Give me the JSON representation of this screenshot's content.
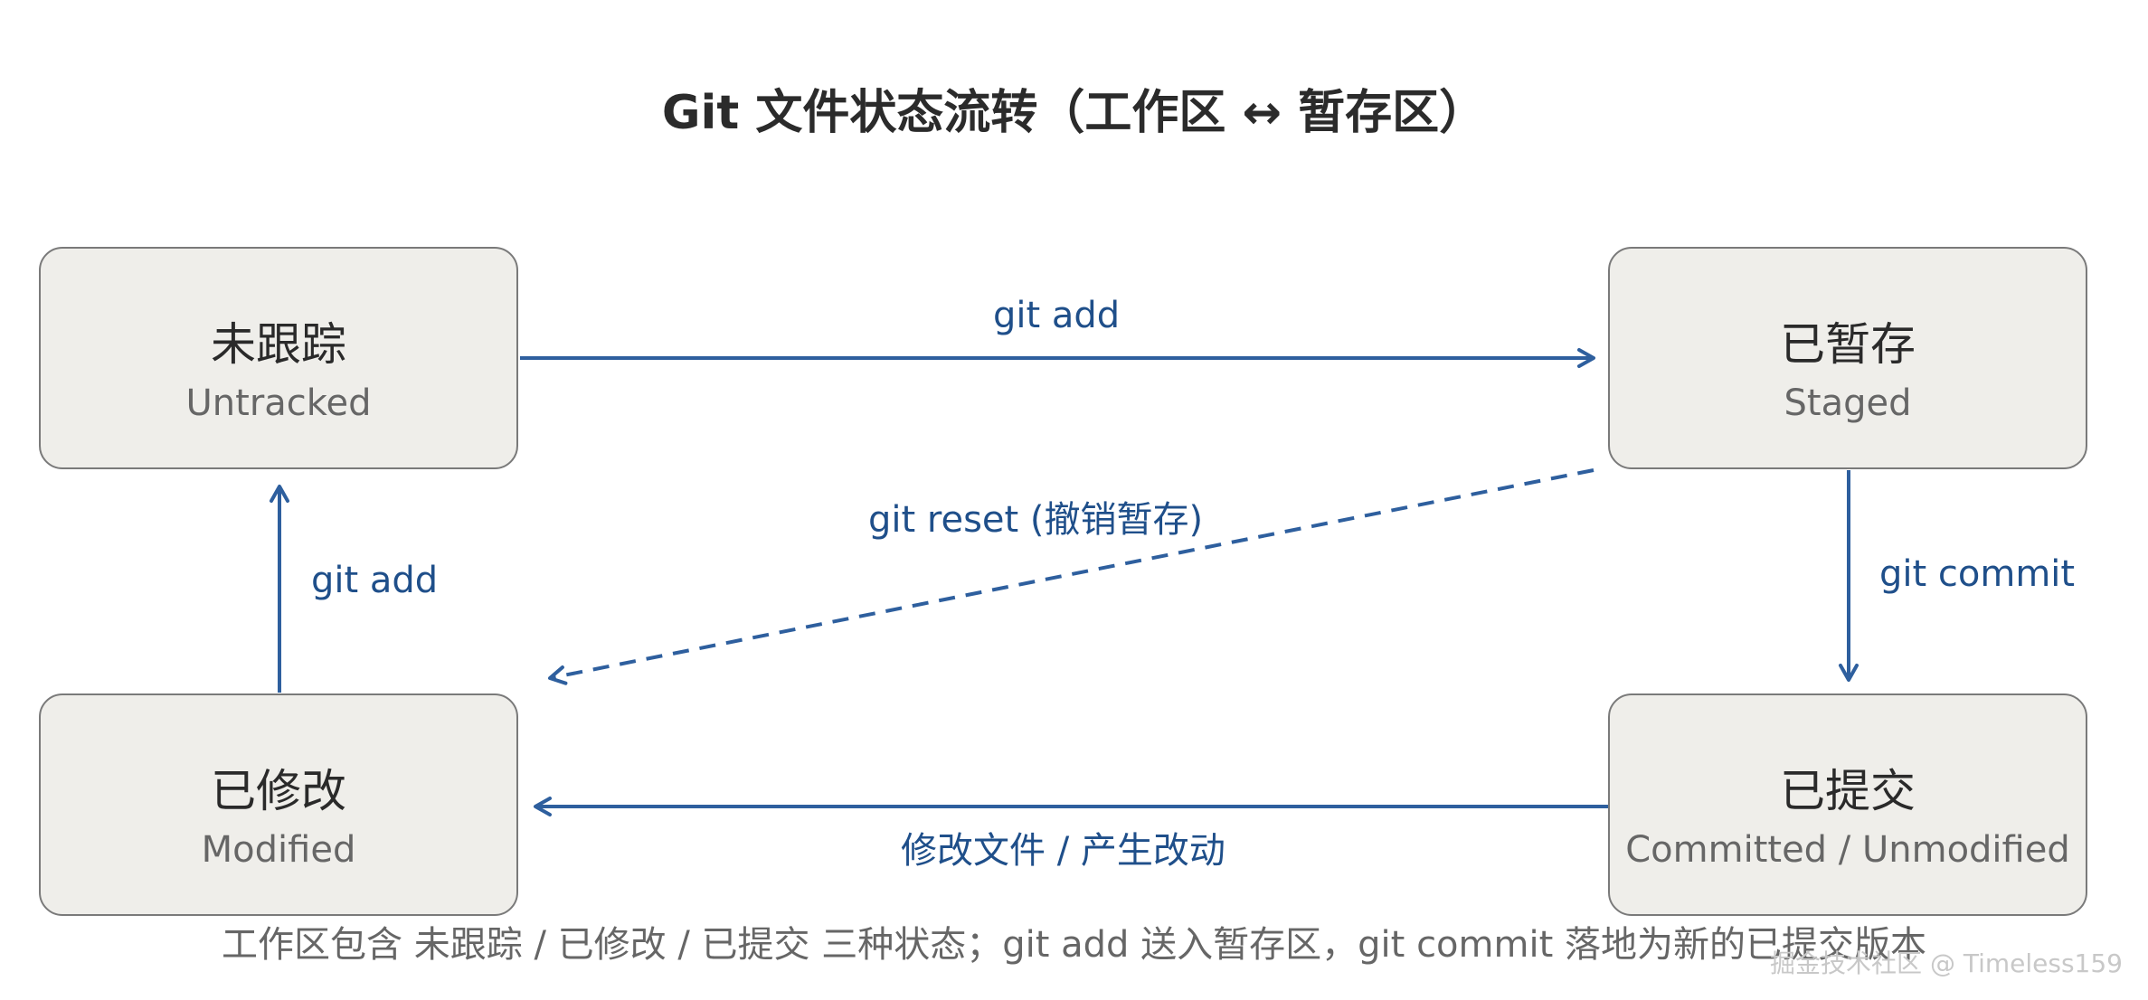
{
  "title": "Git 文件状态流转（工作区 ↔ 暂存区）",
  "nodes": {
    "untracked": {
      "zh": "未跟踪",
      "en": "Untracked"
    },
    "staged": {
      "zh": "已暂存",
      "en": "Staged"
    },
    "modified": {
      "zh": "已修改",
      "en": "Modified"
    },
    "committed": {
      "zh": "已提交",
      "en": "Committed / Unmodified"
    }
  },
  "edges": {
    "untracked_to_staged": "git add",
    "modified_to_untracked": "git add",
    "staged_to_modified": "git reset (撤销暂存)",
    "staged_to_committed": "git commit",
    "committed_to_modified": "修改文件 / 产生改动"
  },
  "footer": "工作区包含 未跟踪 / 已修改 / 已提交 三种状态；git add 送入暂存区，git commit 落地为新的已提交版本",
  "watermark": "掘金技术社区 @ Timeless159",
  "colors": {
    "arrow": "#2e5f9e",
    "node_fill": "#efeeea",
    "node_border": "#7a7a7a",
    "edge_label": "#1f4f8a"
  }
}
